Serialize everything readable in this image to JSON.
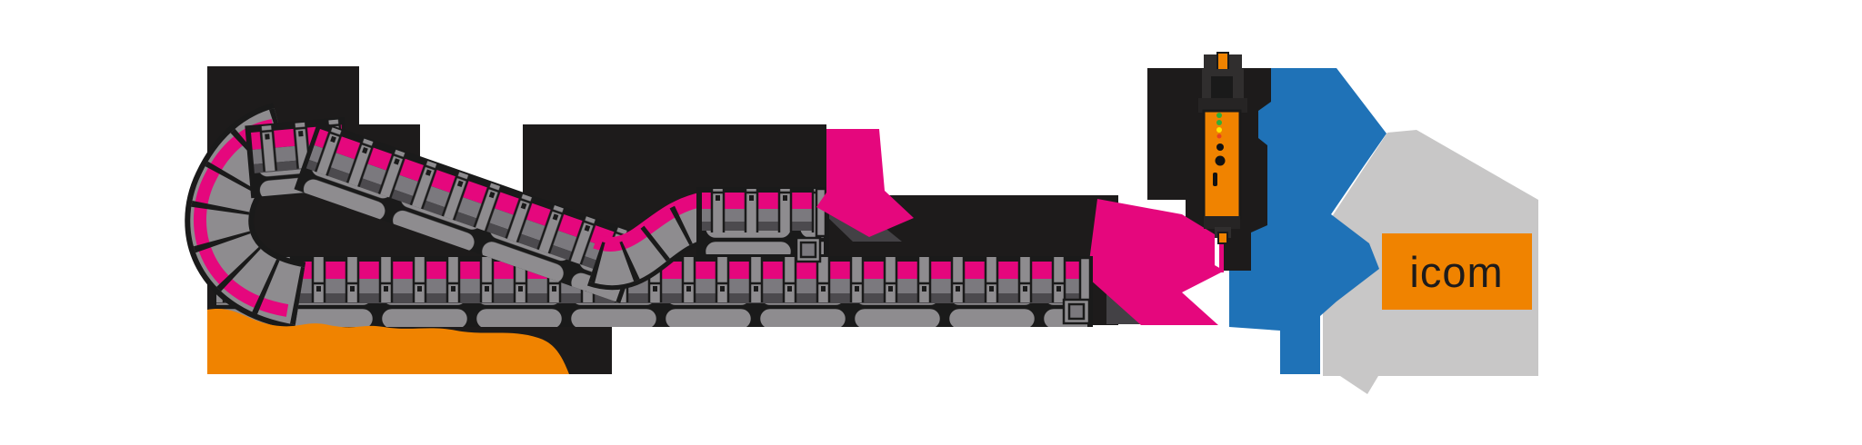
{
  "diagram": {
    "description": "Energy chain with pink sensor stripe, monitoring module with status LEDs, wireless data arrows and icom communication box",
    "icom_box": {
      "label": "icom"
    }
  },
  "palette": {
    "background": "#ffffff",
    "block_black": "#1d1b1b",
    "outline": "#1a1a1a",
    "chain_gray": "#8e8c8f",
    "chain_gray_mid": "#7b797e",
    "chain_gray_dark": "#4c4a4e",
    "pink": "#e5077d",
    "orange": "#f08300",
    "blue": "#1f72b7",
    "arrow_gray": "#c8c7c7",
    "shadow_gray": "#434145",
    "module_cap": "#262424",
    "module_clamp": "#302e2e"
  },
  "module": {
    "leds": [
      {
        "name": "led-green-1",
        "color": "#2fae38"
      },
      {
        "name": "led-green-2",
        "color": "#2fae38"
      },
      {
        "name": "led-yellow",
        "color": "#ffe300"
      },
      {
        "name": "led-red",
        "color": "#e8411f"
      }
    ]
  }
}
